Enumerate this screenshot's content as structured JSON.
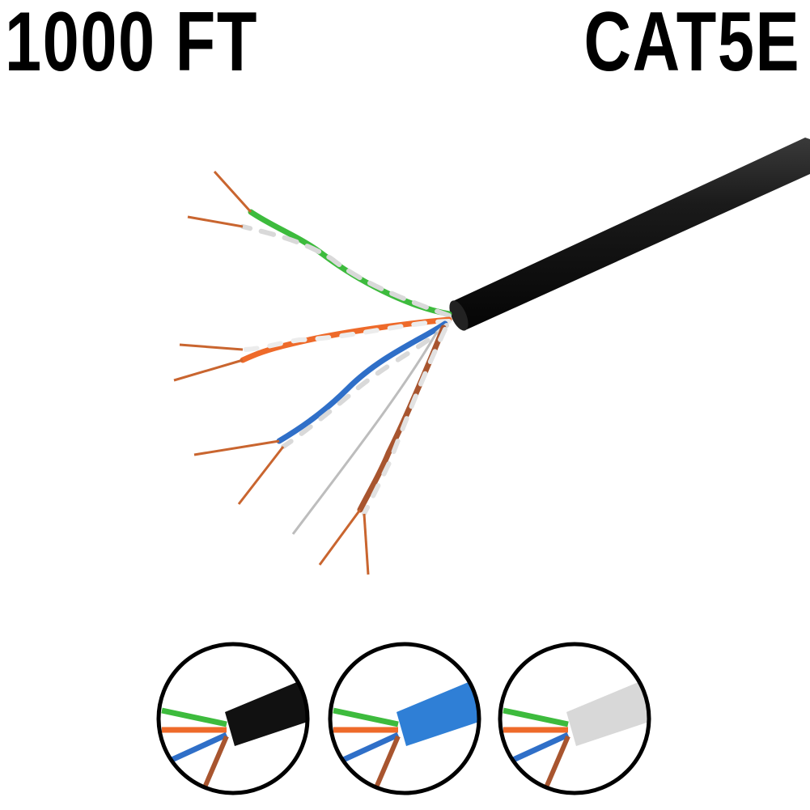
{
  "header": {
    "length_label": "1000 FT",
    "category_label": "CAT5E"
  },
  "cable": {
    "jacket_color": "#111111",
    "pairs": [
      "green",
      "orange",
      "blue",
      "brown"
    ]
  },
  "variants": [
    {
      "name": "black",
      "jacket_color": "#111111"
    },
    {
      "name": "blue",
      "jacket_color": "#2f7fd6"
    },
    {
      "name": "white",
      "jacket_color": "#d8d8d8"
    }
  ],
  "colors": {
    "green": "#3dbb3d",
    "orange": "#ee6a2a",
    "blue": "#2f6fc8",
    "brown": "#a8552f",
    "white_stripe": "#d9d9d9",
    "copper": "#c9652f"
  }
}
